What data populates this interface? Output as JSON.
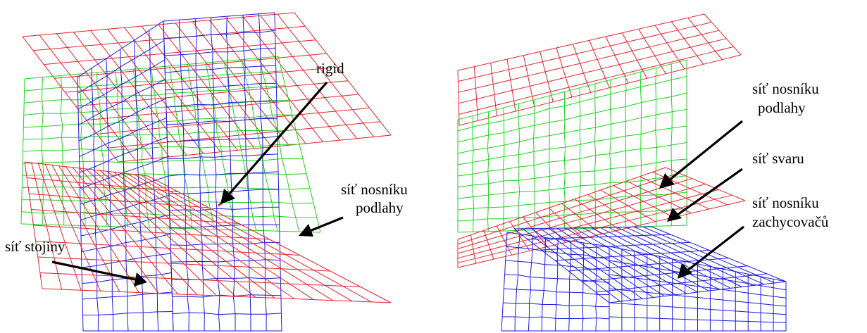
{
  "colors": {
    "red_mesh": "#e8202a",
    "green_mesh": "#1ed31e",
    "blue_mesh": "#1a1ae0",
    "arrow": "#000000",
    "label": "#000000"
  },
  "left_panel": {
    "labels": {
      "rigid": "rigid",
      "web_mesh": "síť stojiny",
      "floor_beam_mesh_line1": "síť nosníku",
      "floor_beam_mesh_line2": "podlahy"
    }
  },
  "right_panel": {
    "labels": {
      "floor_beam_mesh_line1": "síť nosníku",
      "floor_beam_mesh_line2": "podlahy",
      "weld_mesh": "síť svaru",
      "catcher_beam_mesh_line1": "síť nosníku",
      "catcher_beam_mesh_line2": "zachycovačů"
    }
  }
}
